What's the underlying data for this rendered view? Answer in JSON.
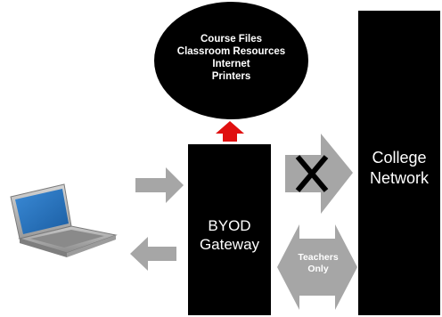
{
  "resources": {
    "items": [
      "Course Files",
      "Classroom Resources",
      "Internet",
      "Printers"
    ]
  },
  "gateway": {
    "line1": "BYOD",
    "line2": "Gateway"
  },
  "college": {
    "line1": "College",
    "line2": "Network"
  },
  "teachers": {
    "line1": "Teachers",
    "line2": "Only"
  },
  "colors": {
    "box": "#000000",
    "arrow_gray": "#a6a6a6",
    "arrow_red": "#e01010",
    "laptop_screen": "#1f6fb8",
    "laptop_body": "#b8b8b8"
  }
}
